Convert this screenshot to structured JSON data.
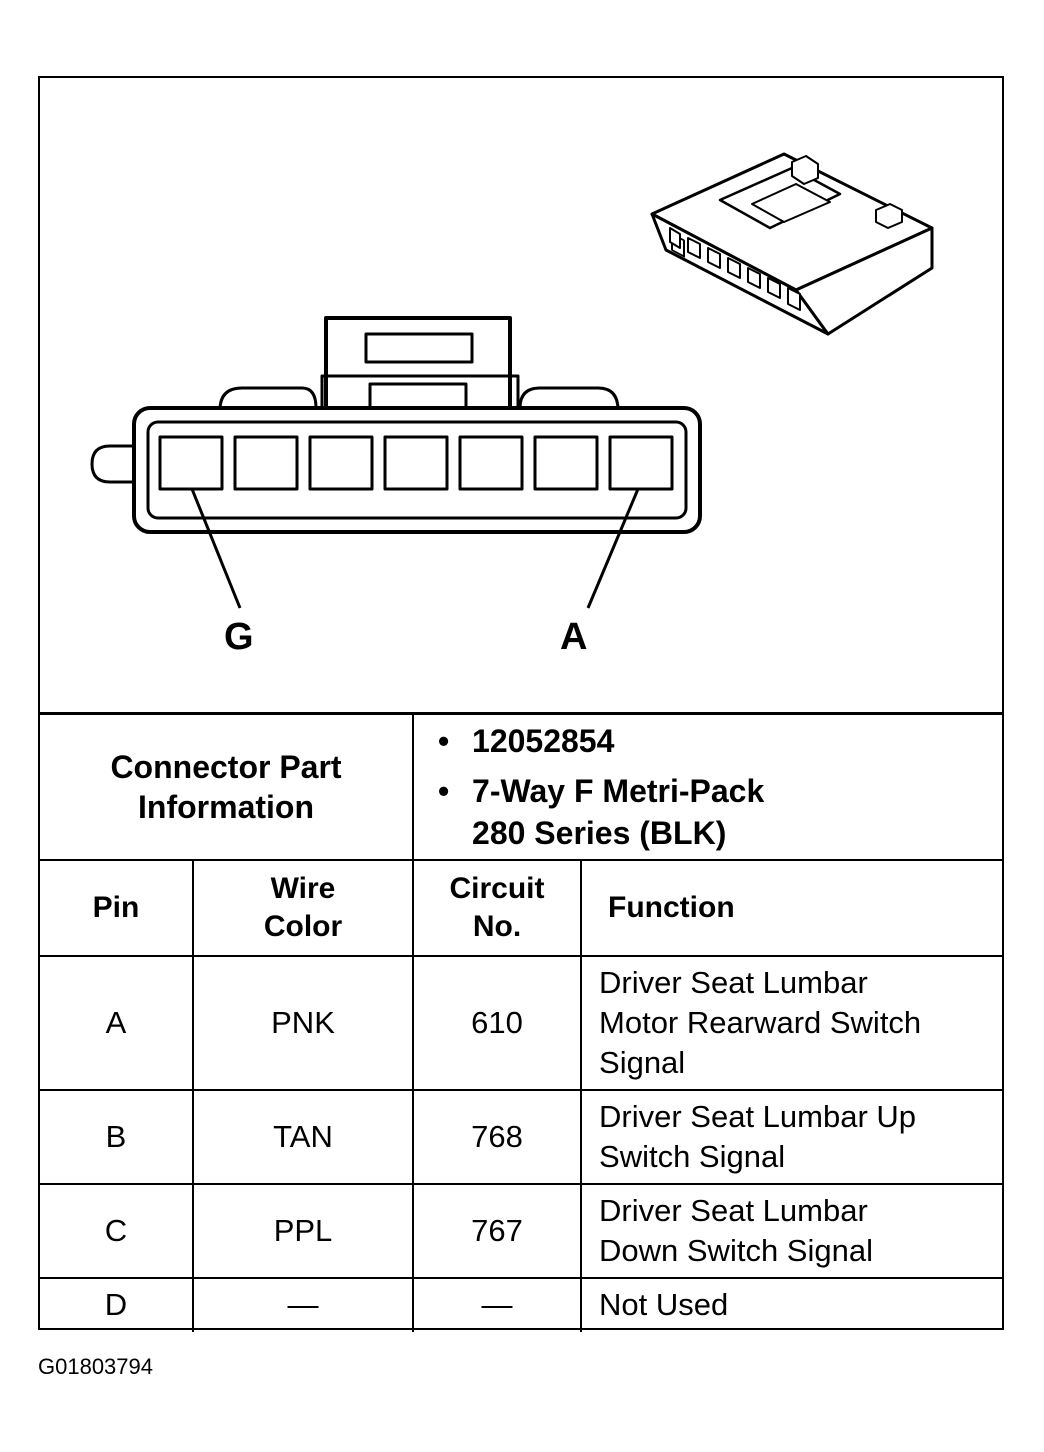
{
  "figure_id": "G01803794",
  "drawing": {
    "pin_label_left": "G",
    "pin_label_right": "A"
  },
  "connector_part": {
    "header": [
      "Connector Part",
      "Information"
    ],
    "part_number": "12052854",
    "description_line1": "7-Way F Metri-Pack",
    "description_line2": "280 Series (BLK)"
  },
  "table": {
    "headers": {
      "pin": "Pin",
      "wire_color": [
        "Wire",
        "Color"
      ],
      "circuit_no": [
        "Circuit",
        "No."
      ],
      "function": "Function"
    },
    "rows": [
      {
        "pin": "A",
        "color": "PNK",
        "circuit": "610",
        "function": [
          "Driver Seat Lumbar",
          "Motor Rearward Switch",
          "Signal"
        ]
      },
      {
        "pin": "B",
        "color": "TAN",
        "circuit": "768",
        "function": [
          "Driver Seat Lumbar Up",
          "Switch Signal"
        ]
      },
      {
        "pin": "C",
        "color": "PPL",
        "circuit": "767",
        "function": [
          "Driver Seat Lumbar",
          "Down Switch Signal"
        ]
      },
      {
        "pin": "D",
        "color": "—",
        "circuit": "—",
        "function": [
          "Not Used"
        ]
      }
    ]
  }
}
